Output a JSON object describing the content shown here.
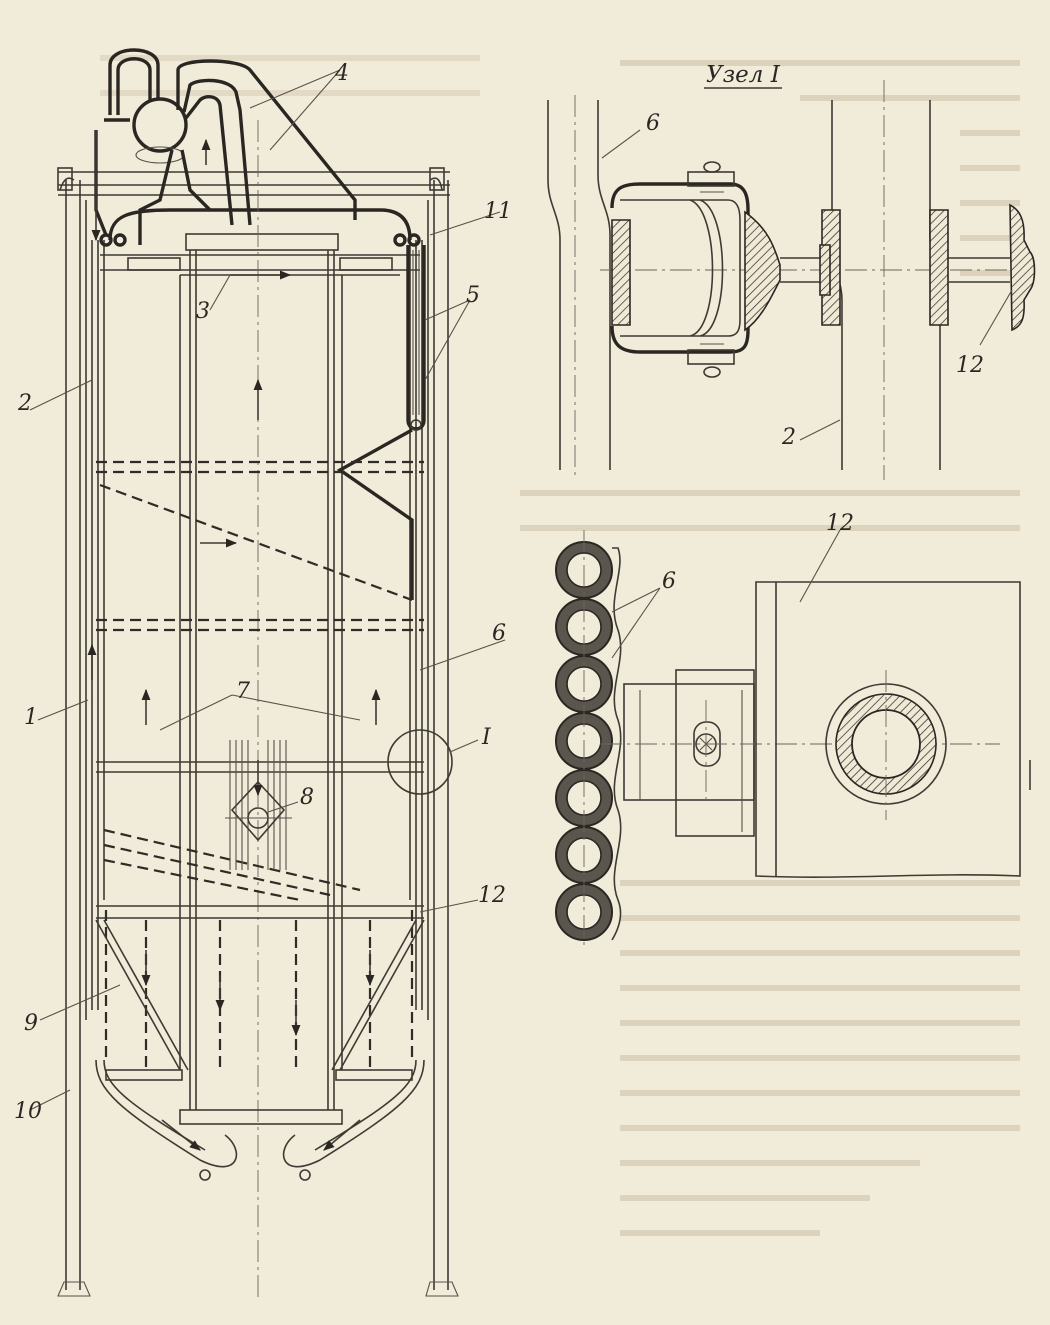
{
  "node_title": "Узел I",
  "labels": {
    "l1": "1",
    "l2": "2",
    "l3": "3",
    "l4": "4",
    "l5": "5",
    "l6": "6",
    "l7": "7",
    "l8": "8",
    "l9": "9",
    "l10": "10",
    "l11": "11",
    "l12": "12",
    "lI": "I",
    "d_l6": "6",
    "d_l12": "12",
    "d_l2": "2",
    "p_l6": "6",
    "p_l12": "12"
  },
  "colors": {
    "paper": "#f1ebd9",
    "ink": "#2b2824",
    "bleed": "#cdc3ad"
  }
}
